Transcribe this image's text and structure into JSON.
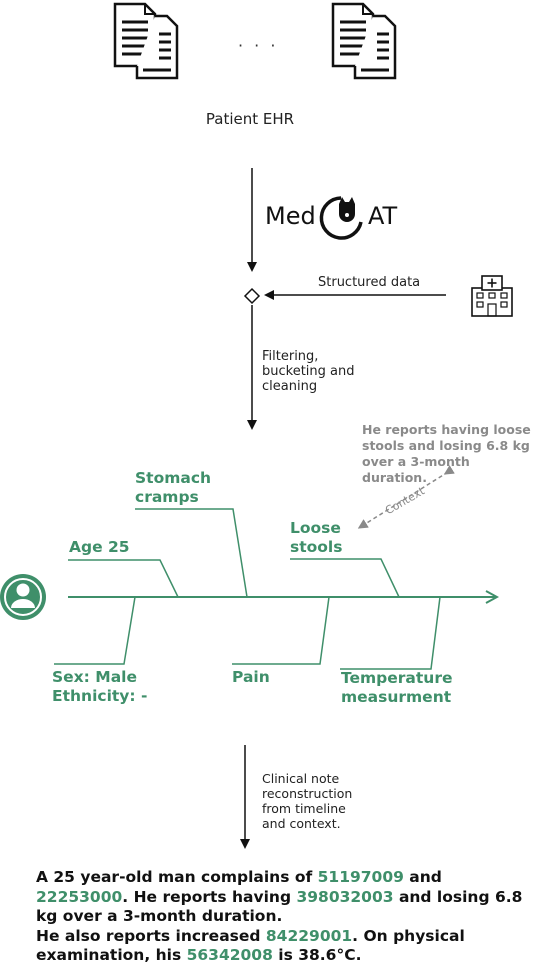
{
  "colors": {
    "accent": "#3f8f6a",
    "context_gray": "#8a8a8a",
    "line": "#111111"
  },
  "top": {
    "ellipsis": "· · ·",
    "source_label": "Patient EHR",
    "tool": {
      "prefix": "Med",
      "suffix": "AT",
      "logo_icon": "cat-logo-icon"
    },
    "structured_data_label": "Structured data",
    "structured_data_icon": "hospital-icon",
    "filter_label": "Filtering,\nbucketing and\ncleaning"
  },
  "context": {
    "note": "He reports having loose\nstools and losing 6.8 kg\nover a 3-month duration.",
    "label": "Context"
  },
  "timeline": {
    "patient_icon": "user-avatar-icon",
    "above": [
      {
        "text": "Age 25"
      },
      {
        "text": "Stomach\ncramps"
      },
      {
        "text": "Loose\nstools"
      }
    ],
    "below": [
      {
        "text": "Sex: Male\nEthnicity: -"
      },
      {
        "text": "Pain"
      },
      {
        "text": "Temperature\nmeasurment"
      }
    ]
  },
  "reconstruction_label": "Clinical note\nreconstruction\nfrom timeline\nand context.",
  "clinical_note": {
    "parts": [
      {
        "t": "A 25 year-old man complains of ",
        "code": false
      },
      {
        "t": "51197009",
        "code": true
      },
      {
        "t": " and ",
        "code": false
      },
      {
        "t": "22253000",
        "code": true
      },
      {
        "t": ". He reports having ",
        "code": false
      },
      {
        "t": "398032003",
        "code": true
      },
      {
        "t": " and losing 6.8 kg over a 3-month duration.",
        "code": false
      },
      {
        "t": "\n",
        "code": false
      },
      {
        "t": "He also reports increased ",
        "code": false
      },
      {
        "t": "84229001",
        "code": true
      },
      {
        "t": ". On physical examination, his ",
        "code": false
      },
      {
        "t": "56342008",
        "code": true
      },
      {
        "t": " is 38.6°C.",
        "code": false
      }
    ]
  }
}
